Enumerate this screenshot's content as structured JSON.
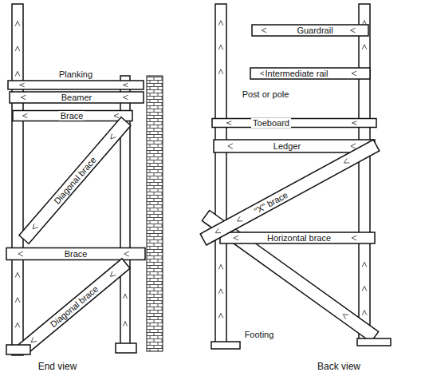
{
  "diagram": {
    "labels": [
      "Planking",
      "Beamer",
      "Brace",
      "Diagonal brace",
      "Brace",
      "Diagonal brace",
      "End view",
      "Guardrail",
      "Intermediate rail",
      "Post or pole",
      "Toeboard",
      "Ledger",
      "\"X\" brace",
      "Horizontal brace",
      "Footing",
      "Back view"
    ]
  }
}
